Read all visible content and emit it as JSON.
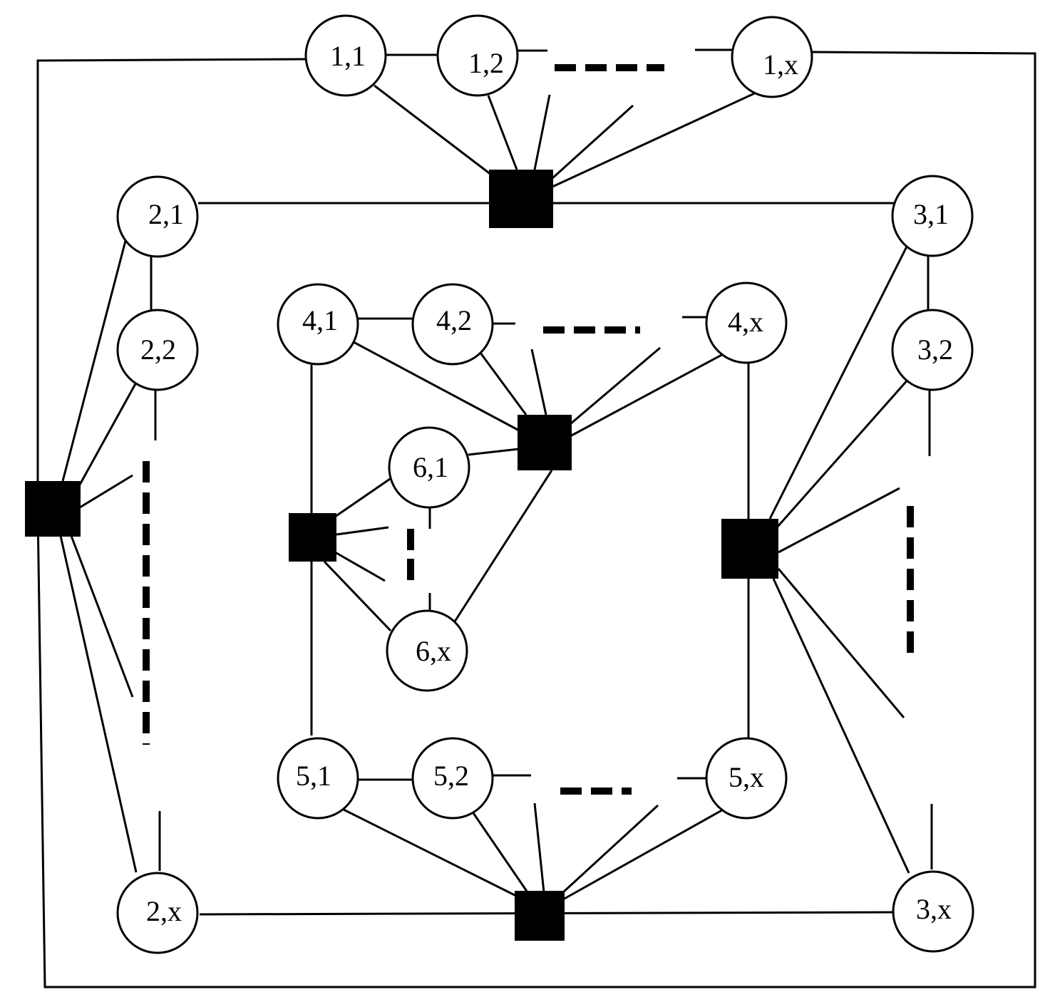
{
  "diagram": {
    "colors": {
      "stroke": "#000000",
      "fill_node": "#ffffff",
      "fill_switch": "#000000"
    },
    "nodes": [
      {
        "id": "n11",
        "label": "1,1"
      },
      {
        "id": "n12",
        "label": "1,2"
      },
      {
        "id": "n1x",
        "label": "1,x"
      },
      {
        "id": "n21",
        "label": "2,1"
      },
      {
        "id": "n22",
        "label": "2,2"
      },
      {
        "id": "n2x",
        "label": "2,x"
      },
      {
        "id": "n31",
        "label": "3,1"
      },
      {
        "id": "n32",
        "label": "3,2"
      },
      {
        "id": "n3x",
        "label": "3,x"
      },
      {
        "id": "n41",
        "label": "4,1"
      },
      {
        "id": "n42",
        "label": "4,2"
      },
      {
        "id": "n4x",
        "label": "4,x"
      },
      {
        "id": "n51",
        "label": "5,1"
      },
      {
        "id": "n52",
        "label": "5,2"
      },
      {
        "id": "n5x",
        "label": "5,x"
      },
      {
        "id": "n61",
        "label": "6,1"
      },
      {
        "id": "n6x",
        "label": "6,x"
      }
    ],
    "switches": [
      {
        "id": "s1"
      },
      {
        "id": "s2"
      },
      {
        "id": "s3"
      },
      {
        "id": "s4"
      },
      {
        "id": "s5"
      },
      {
        "id": "s6"
      }
    ]
  }
}
